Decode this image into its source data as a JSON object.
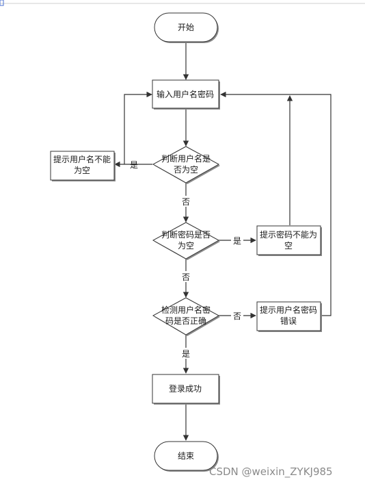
{
  "nodes": {
    "start": "开始",
    "input": "输入用户名密码",
    "check_user_empty": [
      "判断用户名是",
      "否为空"
    ],
    "user_empty_msg": [
      "提示用户名不能",
      "为空"
    ],
    "check_pwd_empty": [
      "判断密码是否",
      "为空"
    ],
    "pwd_empty_msg": [
      "提示密码不能为",
      "空"
    ],
    "check_correct": [
      "检测用户名密",
      "码是否正确"
    ],
    "wrong_msg": [
      "提示用户名密码",
      "错误"
    ],
    "success": "登录成功",
    "end": "结束"
  },
  "edge_labels": {
    "user_empty_yes": "是",
    "user_empty_no": "否",
    "pwd_empty_yes": "是",
    "pwd_empty_no": "否",
    "correct_no": "否",
    "correct_yes": "是"
  },
  "watermark": "CSDN @weixin_ZYKJ985"
}
